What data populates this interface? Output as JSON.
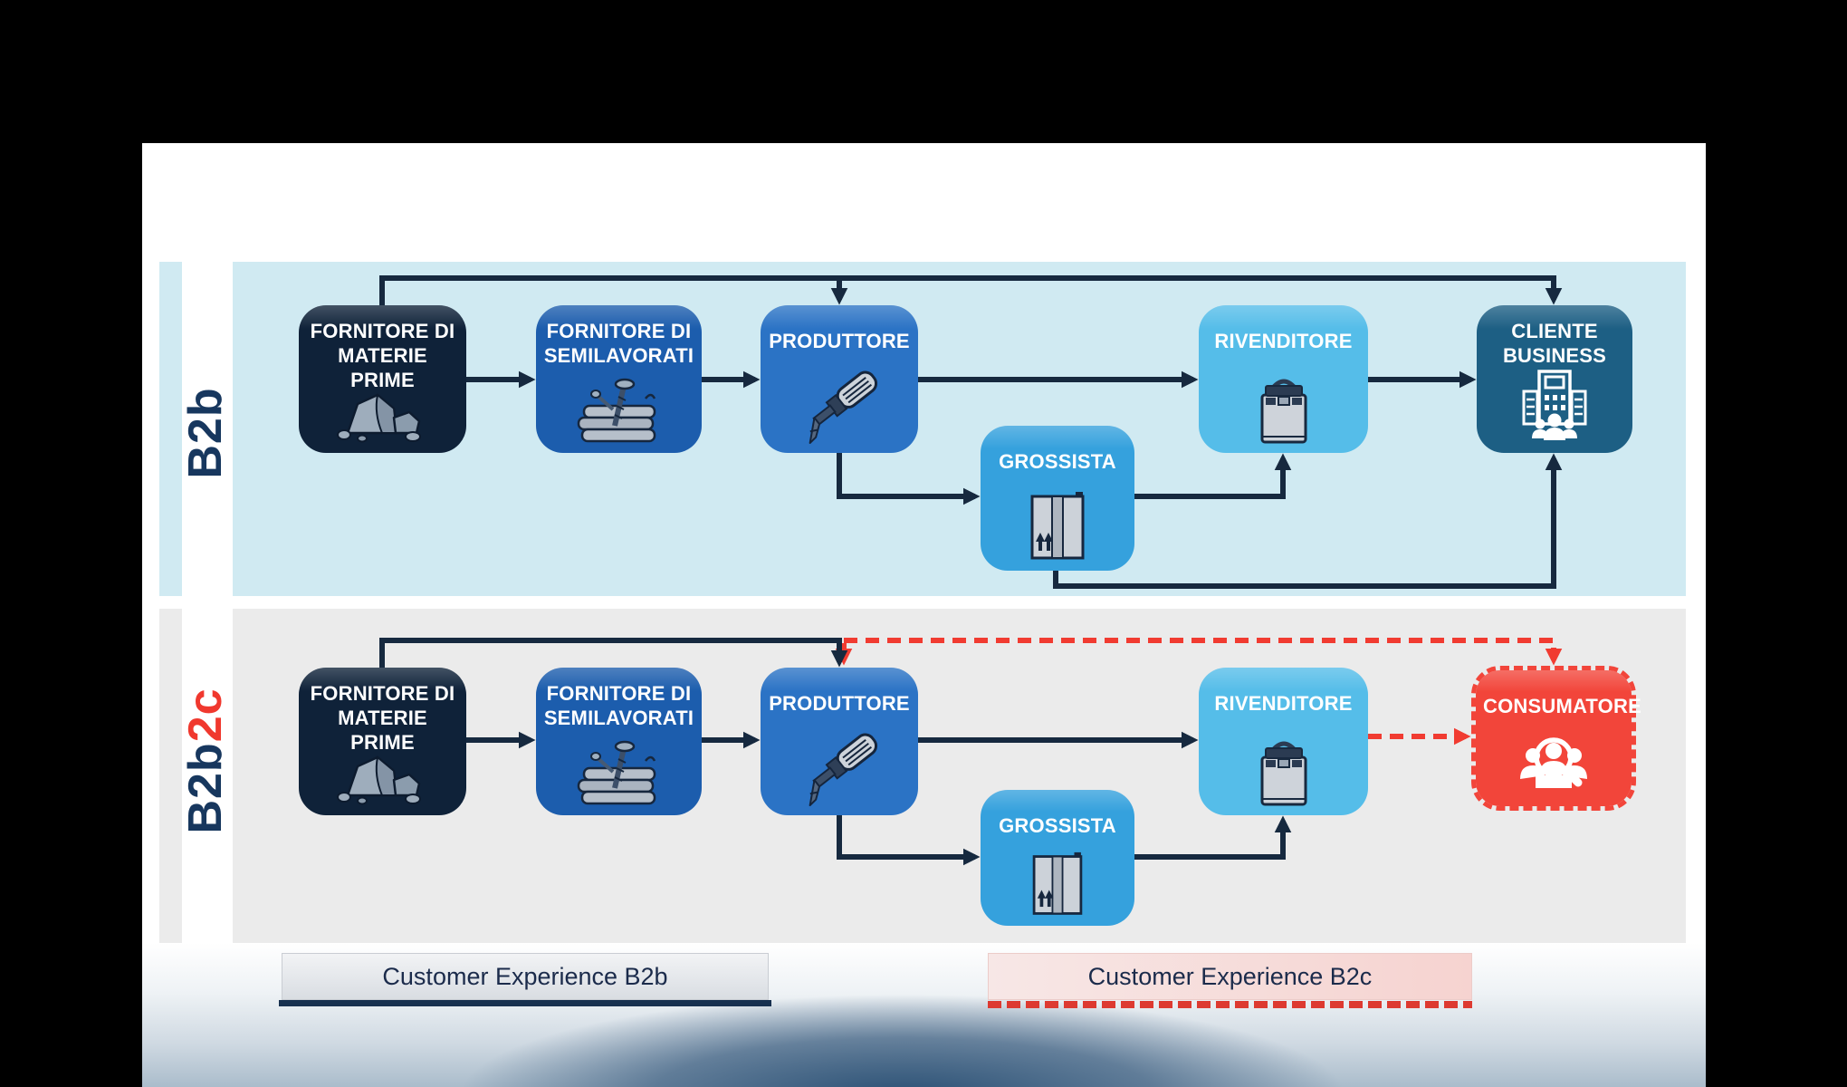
{
  "bands": {
    "b2b": {
      "label": "B2b",
      "label_color": "#17375e",
      "background": "#d0eaf2",
      "nodes": {
        "materie": {
          "label": "FORNITORE DI MATERIE PRIME",
          "icon": "rocks-icon",
          "color": "#0f2239"
        },
        "semilavorati": {
          "label": "FORNITORE DI SEMILAVORATI",
          "icon": "hardware-parts-icon",
          "color": "#1c5dad"
        },
        "produttore": {
          "label": "PRODUTTORE",
          "icon": "screwdriver-icon",
          "color": "#2b73c5"
        },
        "grossista": {
          "label": "GROSSISTA",
          "icon": "warehouse-cabinet-icon",
          "color": "#35a1dd"
        },
        "rivenditore": {
          "label": "RIVENDITORE",
          "icon": "shopping-bag-icon",
          "color": "#55bde9"
        },
        "cliente_business": {
          "label": "CLIENTE BUSINESS",
          "icon": "building-people-icon",
          "color": "#1d5f84"
        }
      }
    },
    "b2b2c": {
      "label_navy": "B2b",
      "label_red": "2c",
      "red_color": "#f0382e",
      "background": "#ebebeb",
      "nodes": {
        "materie": {
          "label": "FORNITORE DI MATERIE PRIME",
          "icon": "rocks-icon",
          "color": "#0f2239"
        },
        "semilavorati": {
          "label": "FORNITORE DI SEMILAVORATI",
          "icon": "hardware-parts-icon",
          "color": "#1c5dad"
        },
        "produttore": {
          "label": "PRODUTTORE",
          "icon": "screwdriver-icon",
          "color": "#2b73c5"
        },
        "grossista": {
          "label": "GROSSISTA",
          "icon": "warehouse-cabinet-icon",
          "color": "#35a1dd"
        },
        "rivenditore": {
          "label": "RIVENDITORE",
          "icon": "shopping-bag-icon",
          "color": "#55bde9"
        },
        "consumatore": {
          "label": "CONSUMATORE",
          "icon": "people-magnifier-icon",
          "color": "#f2453a"
        }
      }
    }
  },
  "footer": {
    "b2b_bar": {
      "label": "Customer Experience B2b",
      "underline": "solid navy"
    },
    "b2c_bar": {
      "label": "Customer Experience B2c",
      "underline": "dashed red"
    }
  },
  "colors": {
    "arrow_navy": "#16293f",
    "arrow_red": "#f13b31",
    "page_background": "#ffffff",
    "canvas_background": "#000000"
  }
}
